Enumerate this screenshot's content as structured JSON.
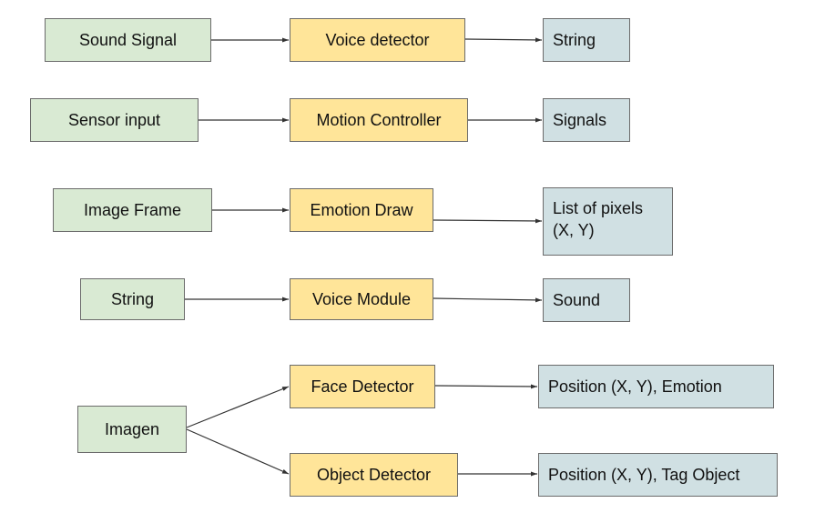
{
  "nodes": {
    "sound_signal": "Sound Signal",
    "voice_detector": "Voice detector",
    "string_out": "String",
    "sensor_input": "Sensor input",
    "motion_controller": "Motion Controller",
    "signals": "Signals",
    "image_frame": "Image Frame",
    "emotion_draw": "Emotion Draw",
    "list_of_pixels": "List of pixels\n(X, Y)",
    "string_in": "String",
    "voice_module": "Voice Module",
    "sound": "Sound",
    "imagen": "Imagen",
    "face_detector": "Face Detector",
    "position_emotion": "Position (X, Y), Emotion",
    "object_detector": "Object Detector",
    "position_tag": "Position (X, Y), Tag Object"
  },
  "colors": {
    "input_fill": "#d9ead3",
    "process_fill": "#ffe599",
    "output_fill": "#d0e0e3",
    "border": "#6b6b6b",
    "arrow": "#333333"
  },
  "edges": [
    {
      "from": "sound_signal",
      "to": "voice_detector"
    },
    {
      "from": "voice_detector",
      "to": "string_out"
    },
    {
      "from": "sensor_input",
      "to": "motion_controller"
    },
    {
      "from": "motion_controller",
      "to": "signals"
    },
    {
      "from": "image_frame",
      "to": "emotion_draw"
    },
    {
      "from": "emotion_draw",
      "to": "list_of_pixels"
    },
    {
      "from": "string_in",
      "to": "voice_module"
    },
    {
      "from": "voice_module",
      "to": "sound"
    },
    {
      "from": "imagen",
      "to": "face_detector"
    },
    {
      "from": "imagen",
      "to": "object_detector"
    },
    {
      "from": "face_detector",
      "to": "position_emotion"
    },
    {
      "from": "object_detector",
      "to": "position_tag"
    }
  ]
}
